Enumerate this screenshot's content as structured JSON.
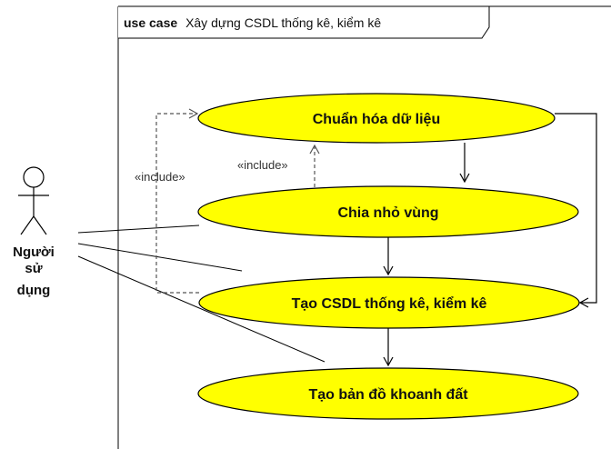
{
  "frame": {
    "keyword": "use case",
    "title": "Xây dựng CSDL thống kê, kiểm kê"
  },
  "actor": {
    "name_lines": [
      "Người",
      "sử",
      "dụng"
    ]
  },
  "use_cases": [
    {
      "id": "uc1",
      "label": "Chuẩn hóa dữ liệu"
    },
    {
      "id": "uc2",
      "label": "Chia nhỏ vùng"
    },
    {
      "id": "uc3",
      "label": "Tạo CSDL thống kê, kiểm kê"
    },
    {
      "id": "uc4",
      "label": "Tạo bản đồ khoanh đất"
    }
  ],
  "relationships": {
    "include_left": "«include»",
    "include_center": "«include»"
  },
  "colors": {
    "usecase_fill": "#ffff00",
    "usecase_stroke": "#000000",
    "line": "#000000",
    "dashed": "#555555"
  }
}
